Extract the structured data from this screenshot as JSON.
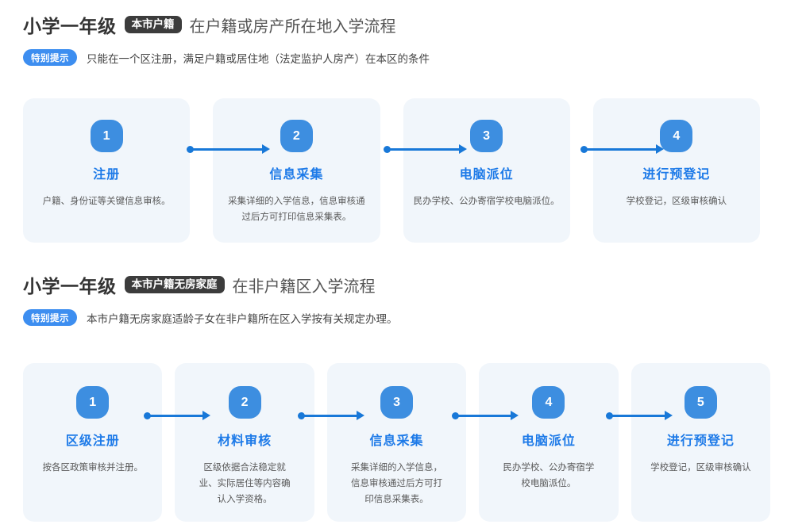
{
  "sections": [
    {
      "grade": "小学一年级",
      "chip": "本市户籍",
      "rest": "在户籍或房产所在地入学流程",
      "tip_badge": "特别提示",
      "tip_text": "只能在一个区注册，满足户籍或居住地（法定监护人房产）在本区的条件",
      "steps": [
        {
          "num": "1",
          "title": "注册",
          "desc": "户籍、身份证等关键信息审核。"
        },
        {
          "num": "2",
          "title": "信息采集",
          "desc": "采集详细的入学信息，信息审核通过后方可打印信息采集表。"
        },
        {
          "num": "3",
          "title": "电脑派位",
          "desc": "民办学校、公办寄宿学校电脑派位。"
        },
        {
          "num": "4",
          "title": "进行预登记",
          "desc": "学校登记，区级审核确认"
        }
      ]
    },
    {
      "grade": "小学一年级",
      "chip": "本市户籍无房家庭",
      "rest": "在非户籍区入学流程",
      "tip_badge": "特别提示",
      "tip_text": "本市户籍无房家庭适龄子女在非户籍所在区入学按有关规定办理。",
      "steps": [
        {
          "num": "1",
          "title": "区级注册",
          "desc": "按各区政策审核并注册。"
        },
        {
          "num": "2",
          "title": "材料审核",
          "desc": "区级依据合法稳定就业、实际居住等内容确认入学资格。"
        },
        {
          "num": "3",
          "title": "信息采集",
          "desc": "采集详细的入学信息，信息审核通过后方可打印信息采集表。"
        },
        {
          "num": "4",
          "title": "电脑派位",
          "desc": "民办学校、公办寄宿学校电脑派位。"
        },
        {
          "num": "5",
          "title": "进行预登记",
          "desc": "学校登记，区级审核确认"
        }
      ]
    }
  ],
  "colors": {
    "accent_blue": "#1d7ae8",
    "badge_blue": "#3d8ee0",
    "arrow_blue": "#1878d8",
    "card_bg": "#f1f6fb",
    "chip_dark": "#3c3c3c",
    "heading_dark": "#333333",
    "heading_sub": "#555555",
    "page_bg": "#ffffff"
  }
}
